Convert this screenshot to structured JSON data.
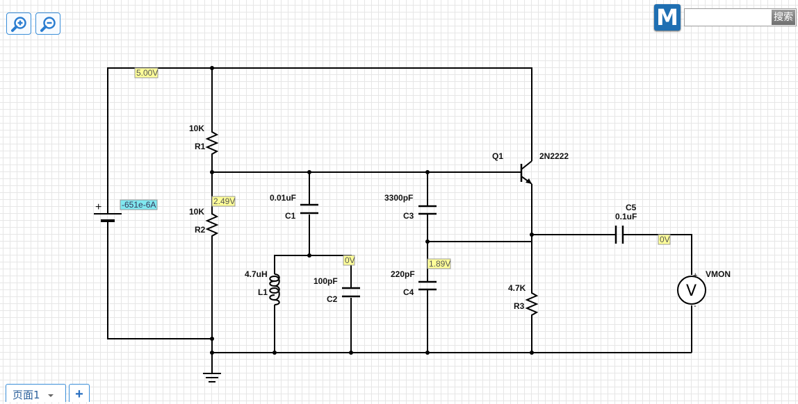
{
  "toolbar": {
    "zoom_in_icon": "zoom-in-icon",
    "zoom_out_icon": "zoom-out-icon"
  },
  "brand": {
    "logo_text": "M"
  },
  "search": {
    "value": "",
    "button_label": "搜索"
  },
  "tabs": {
    "page_label": "页面1",
    "add_label": "+"
  },
  "probes": {
    "vsupply": "5.00V",
    "base": "2.49V",
    "battery_current": "-651e-6A",
    "tank": "0V",
    "c4_node": "1.89V",
    "output": "0V"
  },
  "components": {
    "r1_value": "10K",
    "r1_name": "R1",
    "r2_value": "10K",
    "r2_name": "R2",
    "c1_value": "0.01uF",
    "c1_name": "C1",
    "c2_value": "100pF",
    "c2_name": "C2",
    "c3_value": "3300pF",
    "c3_name": "C3",
    "c4_value": "220pF",
    "c4_name": "C4",
    "c5_name": "C5",
    "c5_value": "0.1uF",
    "l1_value": "4.7uH",
    "l1_name": "L1",
    "q1_name": "Q1",
    "q1_part": "2N2222",
    "r3_value": "4.7K",
    "r3_name": "R3",
    "vmon_name": "VMON",
    "vmon_symbol": "V",
    "battery_plus": "+",
    "vmon_plus": "+",
    "vmon_minus": "-"
  },
  "colors": {
    "accent": "#3a8ed8",
    "voltage_probe_bg": "#ffff99",
    "current_probe_bg": "#80e8f0",
    "wire": "#000000"
  }
}
